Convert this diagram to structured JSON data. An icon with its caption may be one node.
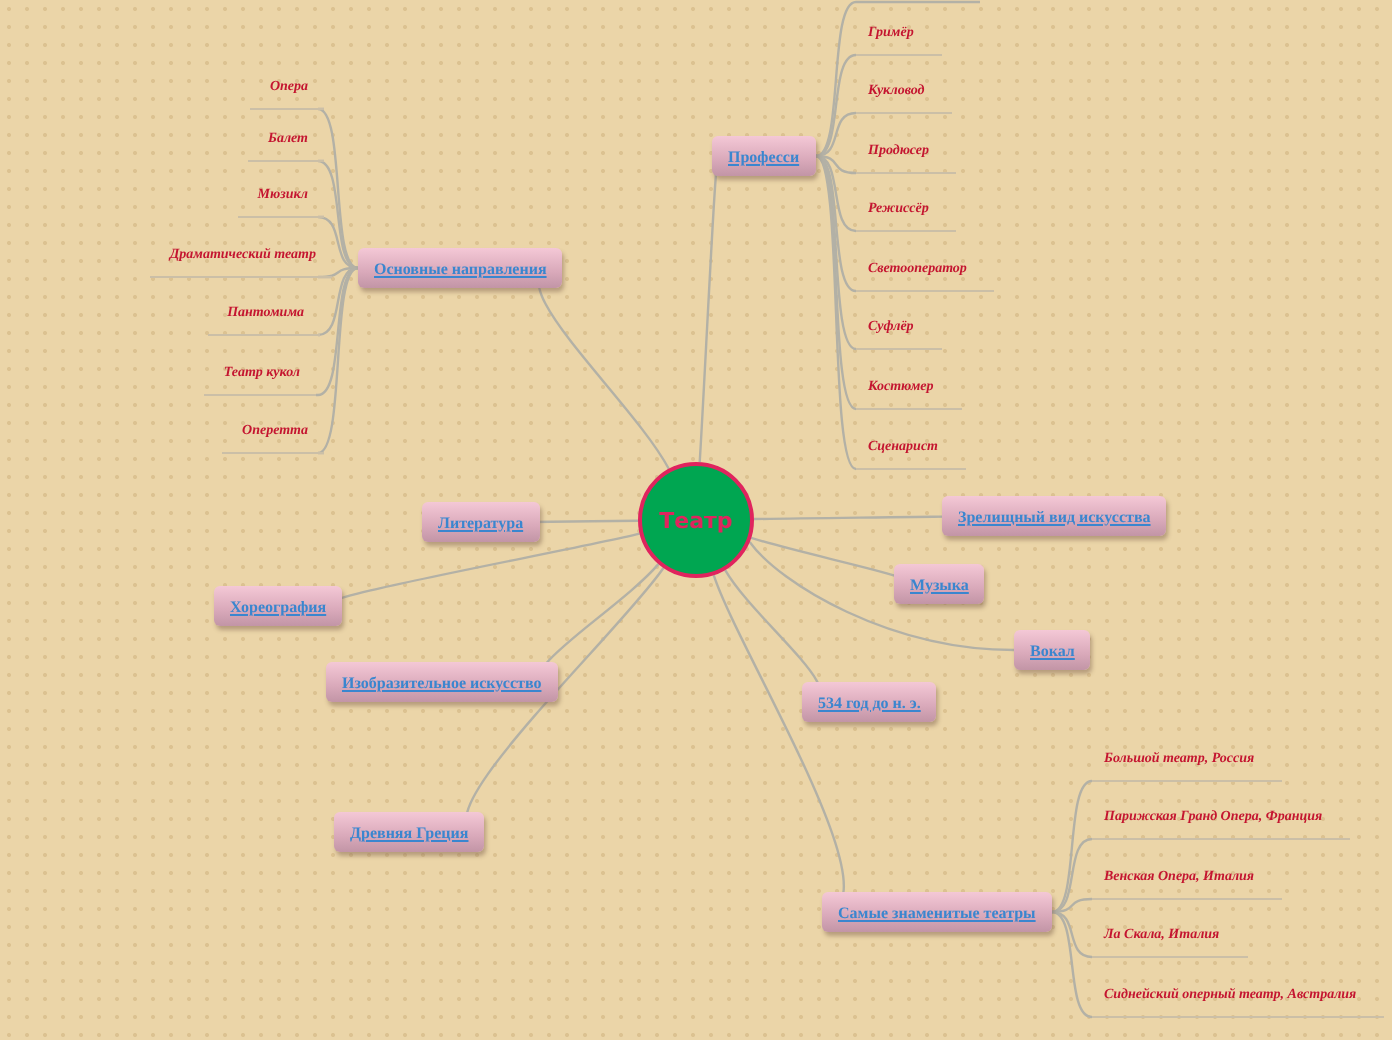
{
  "diagram": {
    "nodes": [
      {
        "text": [
          "Театр"
        ]
      },
      {
        "text": [
          "Професси"
        ]
      },
      {
        "text": [
          "Гримёр"
        ]
      },
      {
        "text": [
          "Кукловод"
        ]
      },
      {
        "text": [
          "Продюсер"
        ]
      },
      {
        "text": [
          "Режиссёр"
        ]
      },
      {
        "text": [
          "Светооператор"
        ]
      },
      {
        "text": [
          "Суфлёр"
        ]
      },
      {
        "text": [
          "Костюмер"
        ]
      },
      {
        "text": [
          "Сценарист"
        ]
      },
      {
        "text": [
          "Основные направления"
        ]
      },
      {
        "text": [
          "Опера"
        ]
      },
      {
        "text": [
          "Балет"
        ]
      },
      {
        "text": [
          "Мюзикл"
        ]
      },
      {
        "text": [
          "Драматический театр"
        ]
      },
      {
        "text": [
          "Пантомима"
        ]
      },
      {
        "text": [
          "Театр кукол"
        ]
      },
      {
        "text": [
          "Оперетта"
        ]
      },
      {
        "text": [
          "Литература"
        ]
      },
      {
        "text": [
          "Хореография"
        ]
      },
      {
        "text": [
          "Изобразительное искусство"
        ]
      },
      {
        "text": [
          "Древняя Греция"
        ]
      },
      {
        "text": [
          "Зрелищный вид искусства"
        ]
      },
      {
        "text": [
          "Музыка"
        ]
      },
      {
        "text": [
          "Вокал"
        ]
      },
      {
        "text": [
          "534 год до н. э."
        ]
      },
      {
        "text": [
          "Самые знаменитые театры"
        ]
      },
      {
        "text": [
          "Большой театр, Россия"
        ]
      },
      {
        "text": [
          "Парижская Гранд Опера, Франция"
        ]
      },
      {
        "text": [
          "Венская Опера, Италия"
        ]
      },
      {
        "text": [
          "Ла Скала, Италия"
        ]
      },
      {
        "text": [
          "Сиднейский оперный театр, Австралия"
        ]
      }
    ],
    "edges": [
      {
        "from": 0,
        "to": 1,
        "arrow": "none"
      },
      {
        "from": 0,
        "to": 10,
        "arrow": "none"
      },
      {
        "from": 0,
        "to": 18,
        "arrow": "none"
      },
      {
        "from": 0,
        "to": 19,
        "arrow": "none"
      },
      {
        "from": 0,
        "to": 20,
        "arrow": "none"
      },
      {
        "from": 0,
        "to": 21,
        "arrow": "none"
      },
      {
        "from": 0,
        "to": 22,
        "arrow": "none"
      },
      {
        "from": 0,
        "to": 23,
        "arrow": "none"
      },
      {
        "from": 0,
        "to": 24,
        "arrow": "none"
      },
      {
        "from": 0,
        "to": 25,
        "arrow": "none"
      },
      {
        "from": 0,
        "to": 26,
        "arrow": "none"
      },
      {
        "from": 1,
        "to": null,
        "arrow": "none"
      },
      {
        "from": 1,
        "to": 2,
        "arrow": "none"
      },
      {
        "from": 1,
        "to": 3,
        "arrow": "none"
      },
      {
        "from": 1,
        "to": 4,
        "arrow": "none"
      },
      {
        "from": 1,
        "to": 5,
        "arrow": "none"
      },
      {
        "from": 1,
        "to": 6,
        "arrow": "none"
      },
      {
        "from": 1,
        "to": 7,
        "arrow": "none"
      },
      {
        "from": 1,
        "to": 8,
        "arrow": "none"
      },
      {
        "from": 1,
        "to": 9,
        "arrow": "none"
      },
      {
        "from": 10,
        "to": 11,
        "arrow": "none"
      },
      {
        "from": 10,
        "to": 12,
        "arrow": "none"
      },
      {
        "from": 10,
        "to": 13,
        "arrow": "none"
      },
      {
        "from": 10,
        "to": 14,
        "arrow": "none"
      },
      {
        "from": 10,
        "to": 15,
        "arrow": "none"
      },
      {
        "from": 10,
        "to": 16,
        "arrow": "none"
      },
      {
        "from": 10,
        "to": 17,
        "arrow": "none"
      },
      {
        "from": 26,
        "to": 27,
        "arrow": "none"
      },
      {
        "from": 26,
        "to": 28,
        "arrow": "none"
      },
      {
        "from": 26,
        "to": 29,
        "arrow": "none"
      },
      {
        "from": 26,
        "to": 30,
        "arrow": "none"
      },
      {
        "from": 26,
        "to": 31,
        "arrow": "none"
      }
    ]
  }
}
